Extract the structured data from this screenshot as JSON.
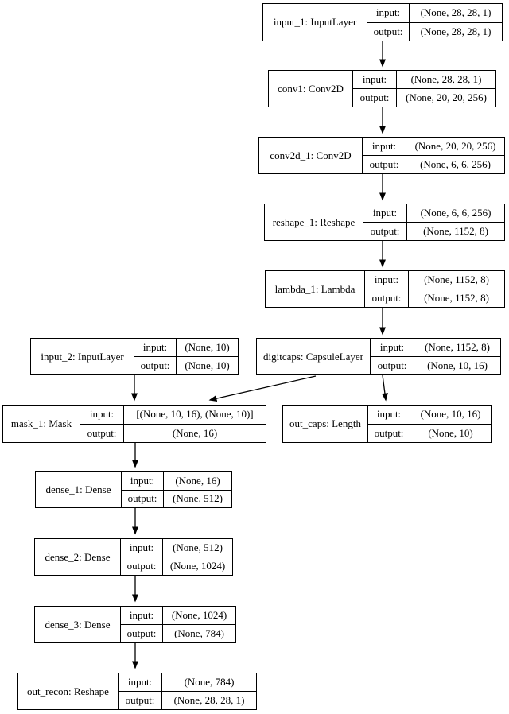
{
  "nodes": [
    {
      "id": "input_1",
      "label": "input_1: InputLayer",
      "input_label": "input:",
      "output_label": "output:",
      "input_shape": "(None, 28, 28, 1)",
      "output_shape": "(None, 28, 28, 1)"
    },
    {
      "id": "conv1",
      "label": "conv1: Conv2D",
      "input_label": "input:",
      "output_label": "output:",
      "input_shape": "(None, 28, 28, 1)",
      "output_shape": "(None, 20, 20, 256)"
    },
    {
      "id": "conv2d_1",
      "label": "conv2d_1: Conv2D",
      "input_label": "input:",
      "output_label": "output:",
      "input_shape": "(None, 20, 20, 256)",
      "output_shape": "(None, 6, 6, 256)"
    },
    {
      "id": "reshape_1",
      "label": "reshape_1: Reshape",
      "input_label": "input:",
      "output_label": "output:",
      "input_shape": "(None, 6, 6, 256)",
      "output_shape": "(None, 1152, 8)"
    },
    {
      "id": "lambda_1",
      "label": "lambda_1: Lambda",
      "input_label": "input:",
      "output_label": "output:",
      "input_shape": "(None, 1152, 8)",
      "output_shape": "(None, 1152, 8)"
    },
    {
      "id": "input_2",
      "label": "input_2: InputLayer",
      "input_label": "input:",
      "output_label": "output:",
      "input_shape": "(None, 10)",
      "output_shape": "(None, 10)"
    },
    {
      "id": "digitcaps",
      "label": "digitcaps: CapsuleLayer",
      "input_label": "input:",
      "output_label": "output:",
      "input_shape": "(None, 1152, 8)",
      "output_shape": "(None, 10, 16)"
    },
    {
      "id": "mask_1",
      "label": "mask_1: Mask",
      "input_label": "input:",
      "output_label": "output:",
      "input_shape": "[(None, 10, 16), (None, 10)]",
      "output_shape": "(None, 16)"
    },
    {
      "id": "out_caps",
      "label": "out_caps: Length",
      "input_label": "input:",
      "output_label": "output:",
      "input_shape": "(None, 10, 16)",
      "output_shape": "(None, 10)"
    },
    {
      "id": "dense_1",
      "label": "dense_1: Dense",
      "input_label": "input:",
      "output_label": "output:",
      "input_shape": "(None, 16)",
      "output_shape": "(None, 512)"
    },
    {
      "id": "dense_2",
      "label": "dense_2: Dense",
      "input_label": "input:",
      "output_label": "output:",
      "input_shape": "(None, 512)",
      "output_shape": "(None, 1024)"
    },
    {
      "id": "dense_3",
      "label": "dense_3: Dense",
      "input_label": "input:",
      "output_label": "output:",
      "input_shape": "(None, 1024)",
      "output_shape": "(None, 784)"
    },
    {
      "id": "out_recon",
      "label": "out_recon: Reshape",
      "input_label": "input:",
      "output_label": "output:",
      "input_shape": "(None, 784)",
      "output_shape": "(None, 28, 28, 1)"
    }
  ],
  "edges": [
    {
      "from": "input_1",
      "to": "conv1"
    },
    {
      "from": "conv1",
      "to": "conv2d_1"
    },
    {
      "from": "conv2d_1",
      "to": "reshape_1"
    },
    {
      "from": "reshape_1",
      "to": "lambda_1"
    },
    {
      "from": "lambda_1",
      "to": "digitcaps"
    },
    {
      "from": "input_2",
      "to": "mask_1"
    },
    {
      "from": "digitcaps",
      "to": "mask_1"
    },
    {
      "from": "digitcaps",
      "to": "out_caps"
    },
    {
      "from": "mask_1",
      "to": "dense_1"
    },
    {
      "from": "dense_1",
      "to": "dense_2"
    },
    {
      "from": "dense_2",
      "to": "dense_3"
    },
    {
      "from": "dense_3",
      "to": "out_recon"
    }
  ],
  "colors": {
    "node_border": "#000000",
    "node_fill": "#ffffff",
    "edge": "#000000",
    "background": "#ffffff"
  }
}
